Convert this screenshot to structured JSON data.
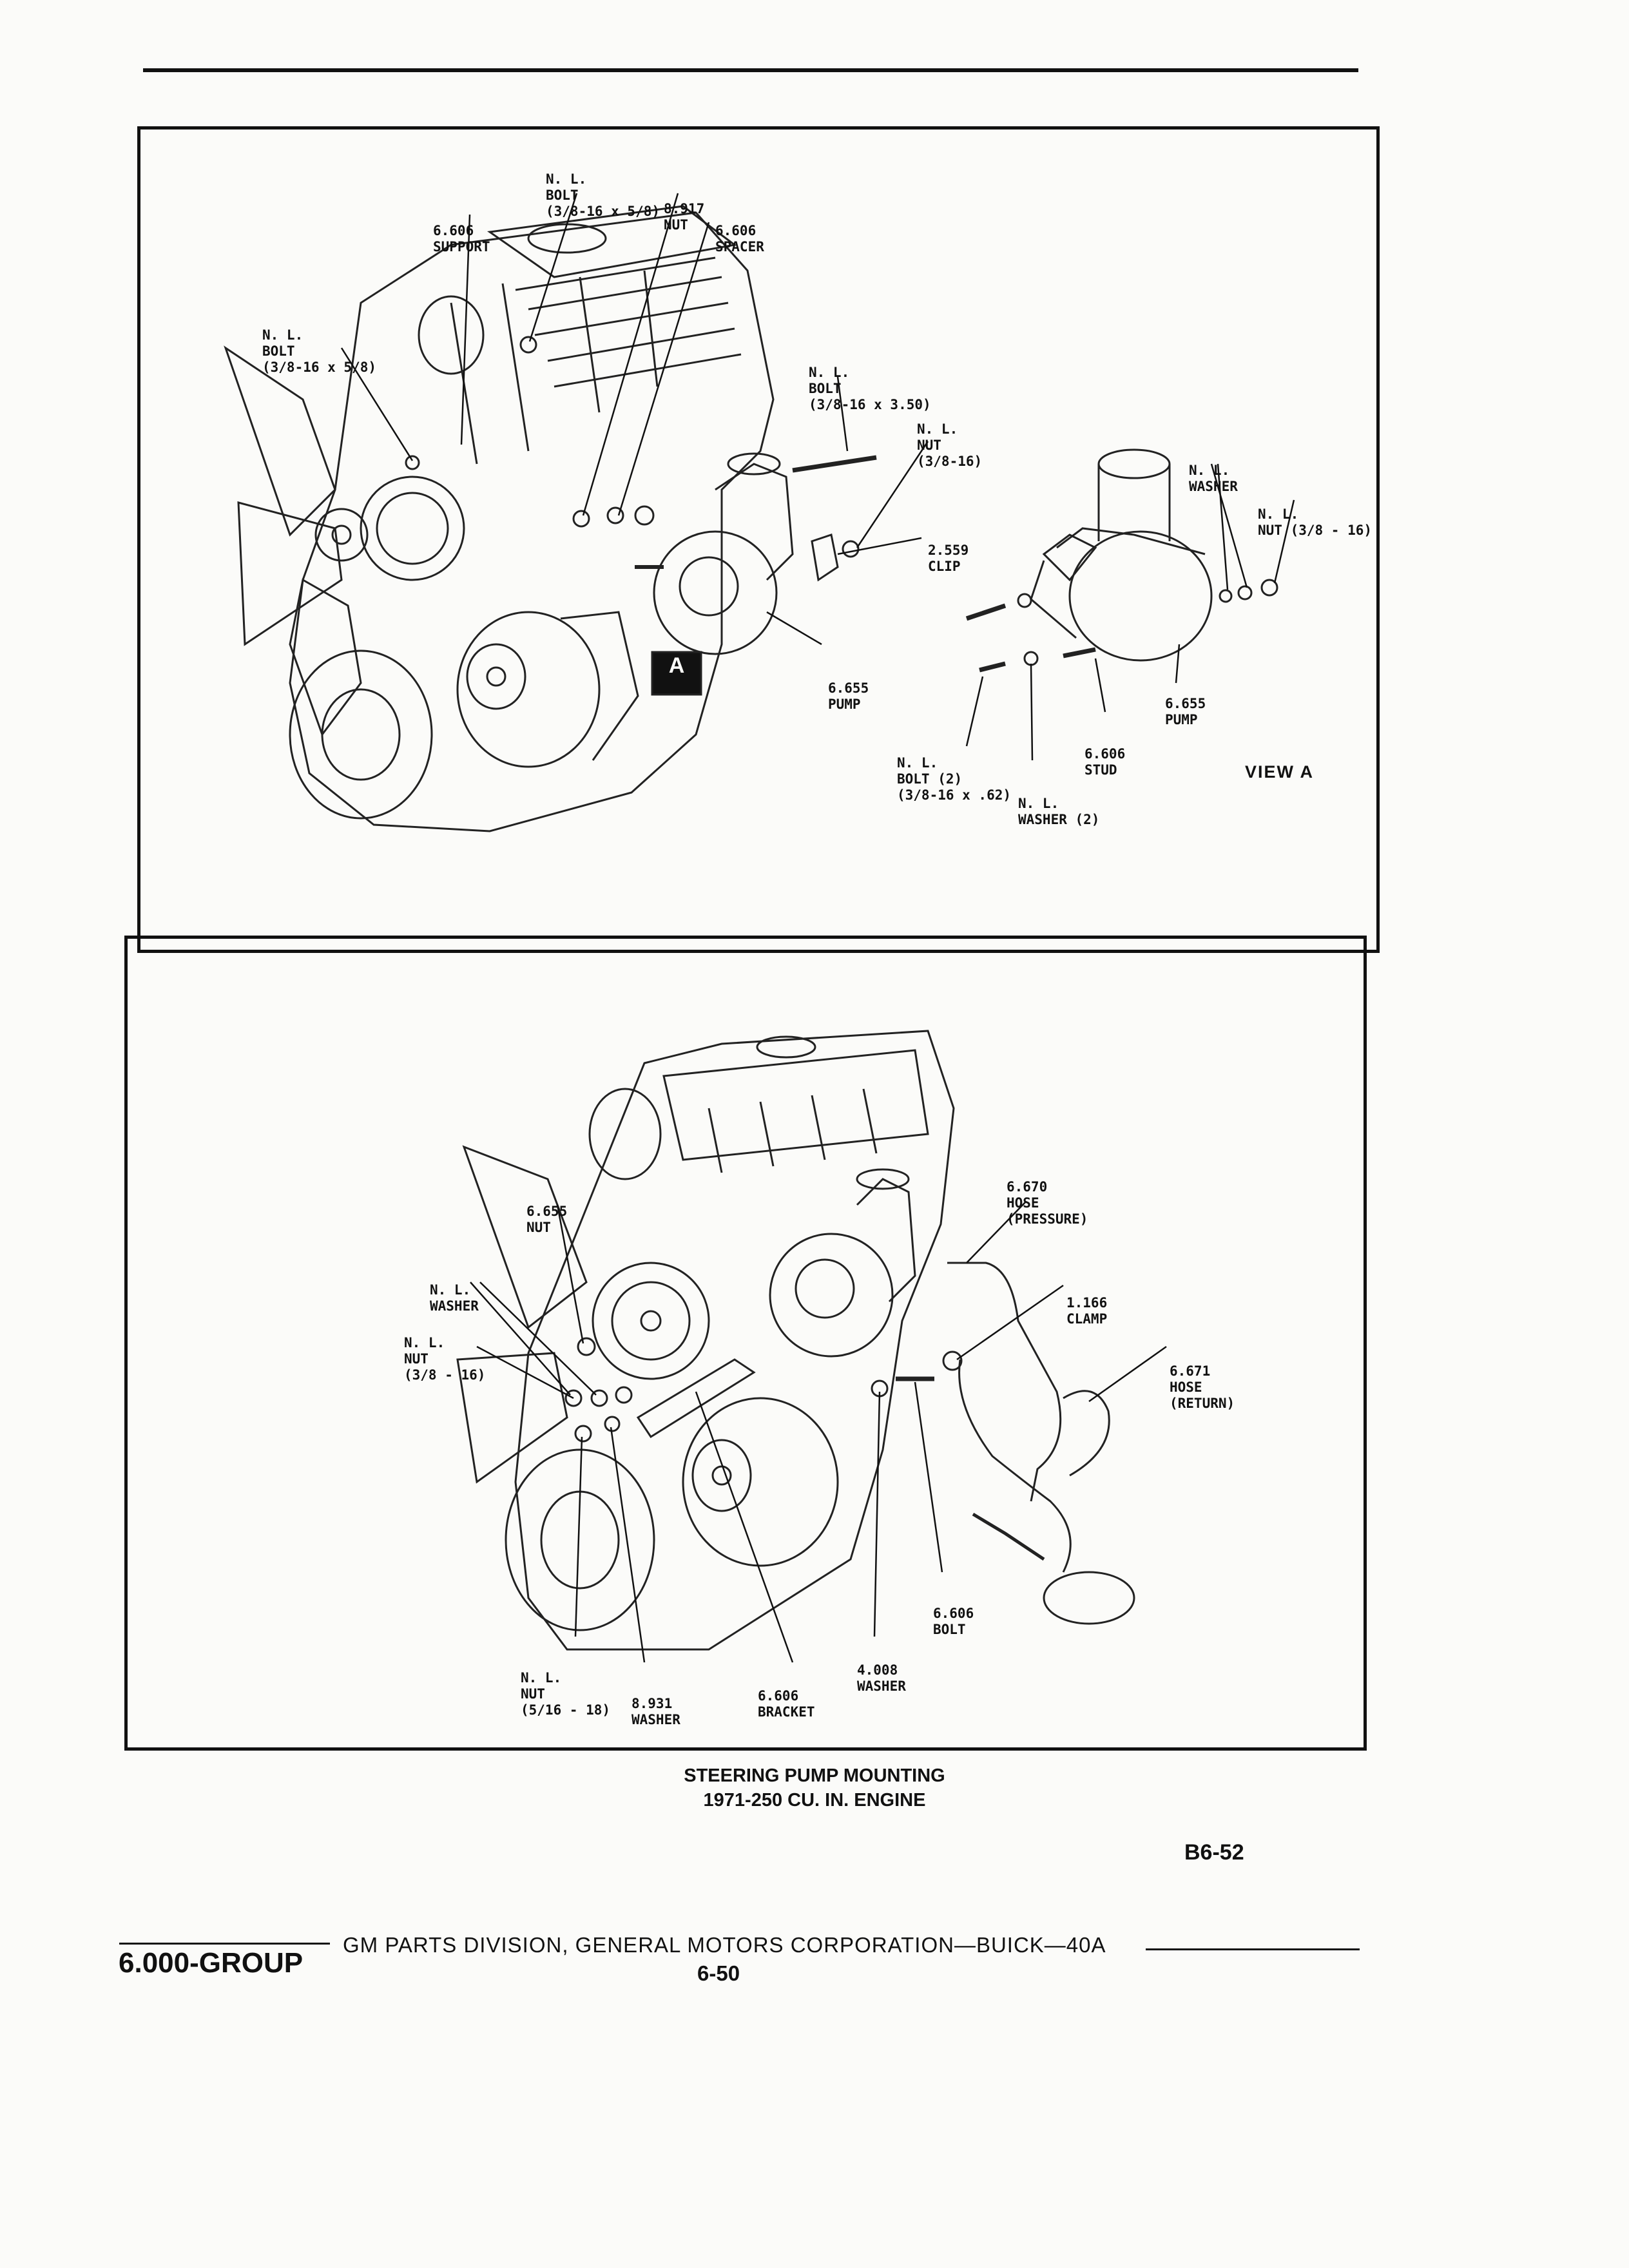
{
  "top_labels": {
    "nl_bolt_top": [
      "N. L.",
      "BOLT",
      "(3/8-16 x 5/8)"
    ],
    "nut_8917": [
      "8.917",
      "NUT"
    ],
    "support_6606": [
      "6.606",
      "SUPPORT"
    ],
    "spacer_6606": [
      "6.606",
      "SPACER"
    ],
    "nl_bolt_left": [
      "N. L.",
      "BOLT",
      "(3/8-16 x 5/8)"
    ],
    "nl_bolt_long": [
      "N. L.",
      "BOLT",
      "(3/8-16 x 3.50)"
    ],
    "nl_nut_right": [
      "N. L.",
      "NUT",
      "(3/8-16)"
    ],
    "clip_2559": [
      "2.559",
      "CLIP"
    ],
    "pump_6655": [
      "6.655",
      "PUMP"
    ],
    "nl_washer_viewa": [
      "N. L.",
      "WASHER"
    ],
    "nl_nut_viewa": [
      "N. L.",
      "NUT (3/8 - 16)"
    ],
    "stud_6606": [
      "6.606",
      "STUD"
    ],
    "pump_6655_viewa": [
      "6.655",
      "PUMP"
    ],
    "nl_bolt2": [
      "N. L.",
      "BOLT (2)",
      "(3/8-16 x .62)"
    ],
    "nl_washer2": [
      "N. L.",
      "WASHER (2)"
    ],
    "view_a": "VIEW A",
    "callout_a": "A"
  },
  "bottom_labels": {
    "nut_6655": [
      "6.655",
      "NUT"
    ],
    "nl_washer": [
      "N. L.",
      "WASHER"
    ],
    "nl_nut_left": [
      "N. L.",
      "NUT",
      "(3/8 - 16)"
    ],
    "hose_pressure": [
      "6.670",
      "HOSE",
      "(PRESSURE)"
    ],
    "clamp_1166": [
      "1.166",
      "CLAMP"
    ],
    "hose_return": [
      "6.671",
      "HOSE",
      "(RETURN)"
    ],
    "bolt_6606": [
      "6.606",
      "BOLT"
    ],
    "washer_4008": [
      "4.008",
      "WASHER"
    ],
    "nl_nut_bottom": [
      "N. L.",
      "NUT",
      "(5/16 - 18)"
    ],
    "washer_8931": [
      "8.931",
      "WASHER"
    ],
    "bracket_6606": [
      "6.606",
      "BRACKET"
    ]
  },
  "caption": [
    "STEERING PUMP MOUNTING",
    "1971-250 CU. IN. ENGINE"
  ],
  "figure_id": "B6-52",
  "footer": {
    "division": "GM PARTS DIVISION, GENERAL MOTORS CORPORATION—BUICK—40A",
    "group": "6.000-GROUP",
    "page": "6-50"
  }
}
